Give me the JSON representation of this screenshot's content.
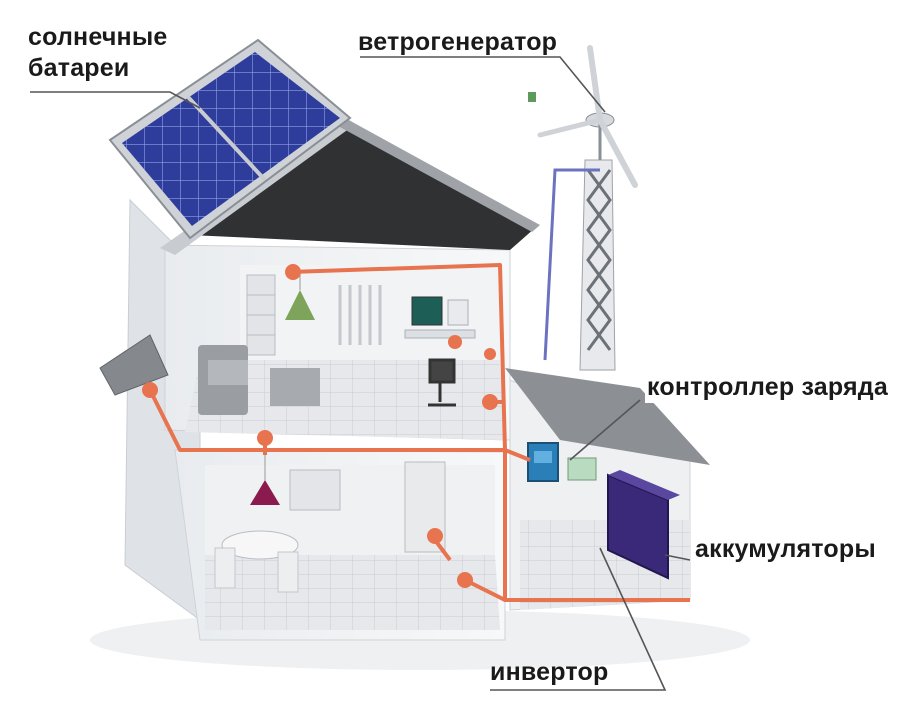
{
  "labels": {
    "solar_panels": [
      "солнечные",
      "батареи"
    ],
    "wind_generator": "ветрогенератор",
    "charge_controller": "контроллер заряда",
    "batteries": "аккумуляторы",
    "inverter": "инвертор"
  },
  "colors": {
    "wiring": "#e8734f",
    "solar_panel": "#2f3f9e",
    "battery": "#3e2a7a",
    "roof_dark": "#3a3a3a",
    "leader_line": "#555555"
  }
}
